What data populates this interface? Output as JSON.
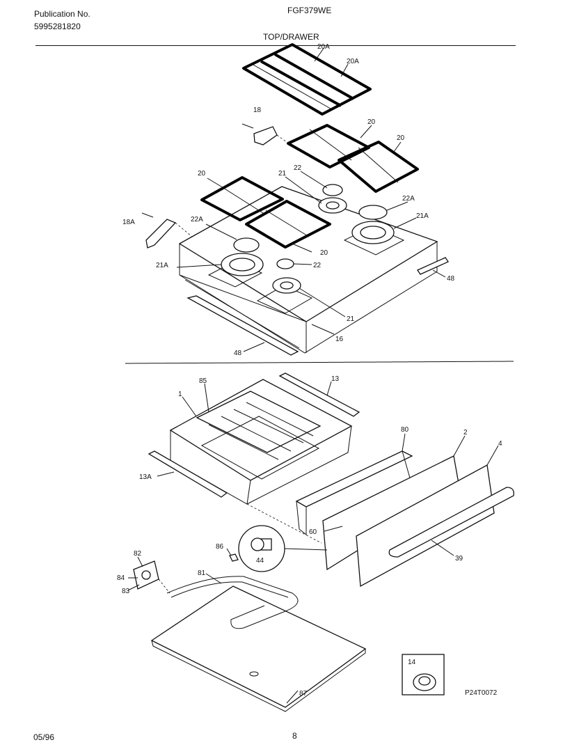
{
  "header": {
    "publication_label": "Publication No.",
    "publication_number": "5995281820",
    "model": "FGF379WE",
    "section_title": "TOP/DRAWER"
  },
  "footer": {
    "date": "05/96",
    "page": "8"
  },
  "diagram_code": "P24T0072",
  "part_labels": {
    "p20a_1": "20A",
    "p20a_2": "20A",
    "p18": "18",
    "p20_1": "20",
    "p20_2": "20",
    "p20_3": "20",
    "p20_4": "20",
    "p21_1": "21",
    "p22_1": "22",
    "p22a_1": "22A",
    "p21a_1": "21A",
    "p18a": "18A",
    "p22a_2": "22A",
    "p21a_2": "21A",
    "p22_2": "22",
    "p48_1": "48",
    "p21_2": "21",
    "p16": "16",
    "p48_2": "48",
    "p85": "85",
    "p13": "13",
    "p1": "1",
    "p80": "80",
    "p2": "2",
    "p4": "4",
    "p13a": "13A",
    "p60": "60",
    "p86": "86",
    "p44": "44",
    "p39": "39",
    "p82": "82",
    "p84": "84",
    "p83": "83",
    "p81": "81",
    "p87": "87",
    "p14": "14"
  }
}
